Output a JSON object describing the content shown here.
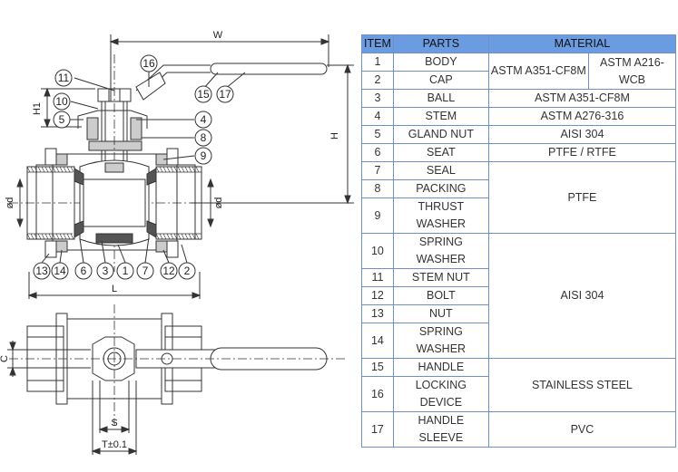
{
  "drawing": {
    "dimensions": {
      "width": "W",
      "height": "H",
      "h1": "H1",
      "length": "L",
      "bore_left": "ød",
      "bore_right": "ød",
      "c": "C",
      "s": "S",
      "t": "T±0.1"
    },
    "callouts_top": [
      "11",
      "16",
      "15",
      "17",
      "10",
      "5",
      "4",
      "8",
      "9"
    ],
    "callouts_bottom": [
      "13",
      "14",
      "6",
      "3",
      "1",
      "7",
      "12",
      "2"
    ]
  },
  "table": {
    "headers": {
      "item": "ITEM",
      "parts": "PARTS",
      "material": "MATERIAL"
    },
    "rows": [
      {
        "item": "1",
        "part": "BODY",
        "mat_a": "ASTM A351-CF8M",
        "mat_b": "ASTM A216-WCB"
      },
      {
        "item": "2",
        "part": "CAP"
      },
      {
        "item": "3",
        "part": "BALL",
        "material": "ASTM A351-CF8M"
      },
      {
        "item": "4",
        "part": "STEM",
        "material": "ASTM A276-316"
      },
      {
        "item": "5",
        "part": "GLAND NUT",
        "material": "AISI 304"
      },
      {
        "item": "6",
        "part": "SEAT",
        "material": "PTFE / RTFE"
      },
      {
        "item": "7",
        "part": "SEAL",
        "material": "PTFE"
      },
      {
        "item": "8",
        "part": "PACKING"
      },
      {
        "item": "9",
        "part": "THRUST WASHER"
      },
      {
        "item": "10",
        "part": "SPRING WASHER",
        "material": "AISI 304"
      },
      {
        "item": "11",
        "part": "STEM NUT"
      },
      {
        "item": "12",
        "part": "BOLT"
      },
      {
        "item": "13",
        "part": "NUT"
      },
      {
        "item": "14",
        "part": "SPRING WASHER"
      },
      {
        "item": "15",
        "part": "HANDLE",
        "material": "STAINLESS STEEL"
      },
      {
        "item": "16",
        "part": "LOCKING DEVICE"
      },
      {
        "item": "17",
        "part": "HANDLE SLEEVE",
        "material": "PVC"
      }
    ]
  }
}
